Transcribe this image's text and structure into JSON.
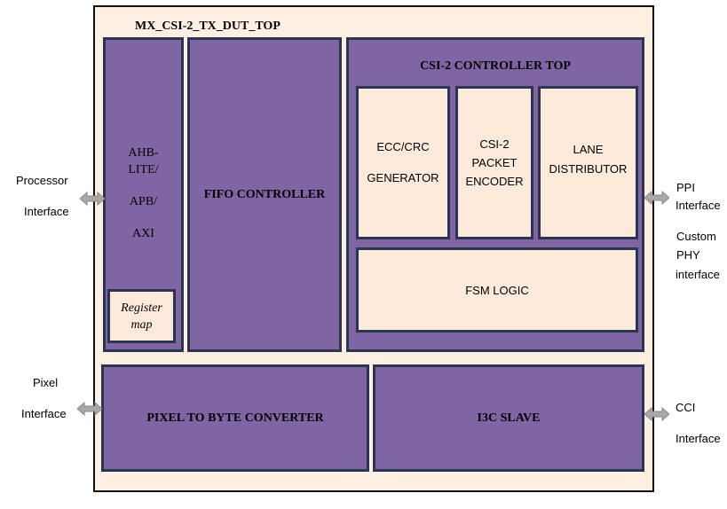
{
  "colors": {
    "outer_fill": "#fdf0e3",
    "block_fill": "#7f65a3",
    "sub_block_fill": "#fdeadb",
    "border": "#2a3550",
    "arrow": "#999999"
  },
  "top": {
    "title": "MX_CSI-2_TX_DUT_TOP"
  },
  "blocks": {
    "bus": {
      "lines": [
        "AHB-",
        "LITE/",
        "APB/",
        "AXI"
      ]
    },
    "register_map": {
      "lines": [
        "Register",
        "map"
      ]
    },
    "fifo": {
      "label": "FIFO CONTROLLER"
    },
    "controller": {
      "title": "CSI-2 CONTROLLER TOP",
      "ecc": {
        "lines": [
          "ECC/CRC",
          "GENERATOR"
        ]
      },
      "packet": {
        "lines": [
          "CSI-2",
          "PACKET",
          "ENCODER"
        ]
      },
      "lane": {
        "lines": [
          "LANE",
          "DISTRIBUTOR"
        ]
      },
      "fsm": {
        "label": "FSM LOGIC"
      }
    },
    "pixel_converter": {
      "label": "PIXEL TO BYTE CONVERTER"
    },
    "i3c": {
      "label": "I3C SLAVE"
    }
  },
  "interfaces": {
    "processor": {
      "line1": "Processor",
      "line2": "Interface"
    },
    "pixel": {
      "line1": "Pixel",
      "line2": "Interface"
    },
    "ppi": {
      "line1": "PPI",
      "line2": "Interface"
    },
    "custom_phy": {
      "line1": "Custom",
      "line2": "PHY",
      "line3": "interface"
    },
    "cci": {
      "line1": "CCI",
      "line2": "Interface"
    }
  },
  "icons": {
    "interface_arrow": "double-headed-arrow-icon"
  }
}
